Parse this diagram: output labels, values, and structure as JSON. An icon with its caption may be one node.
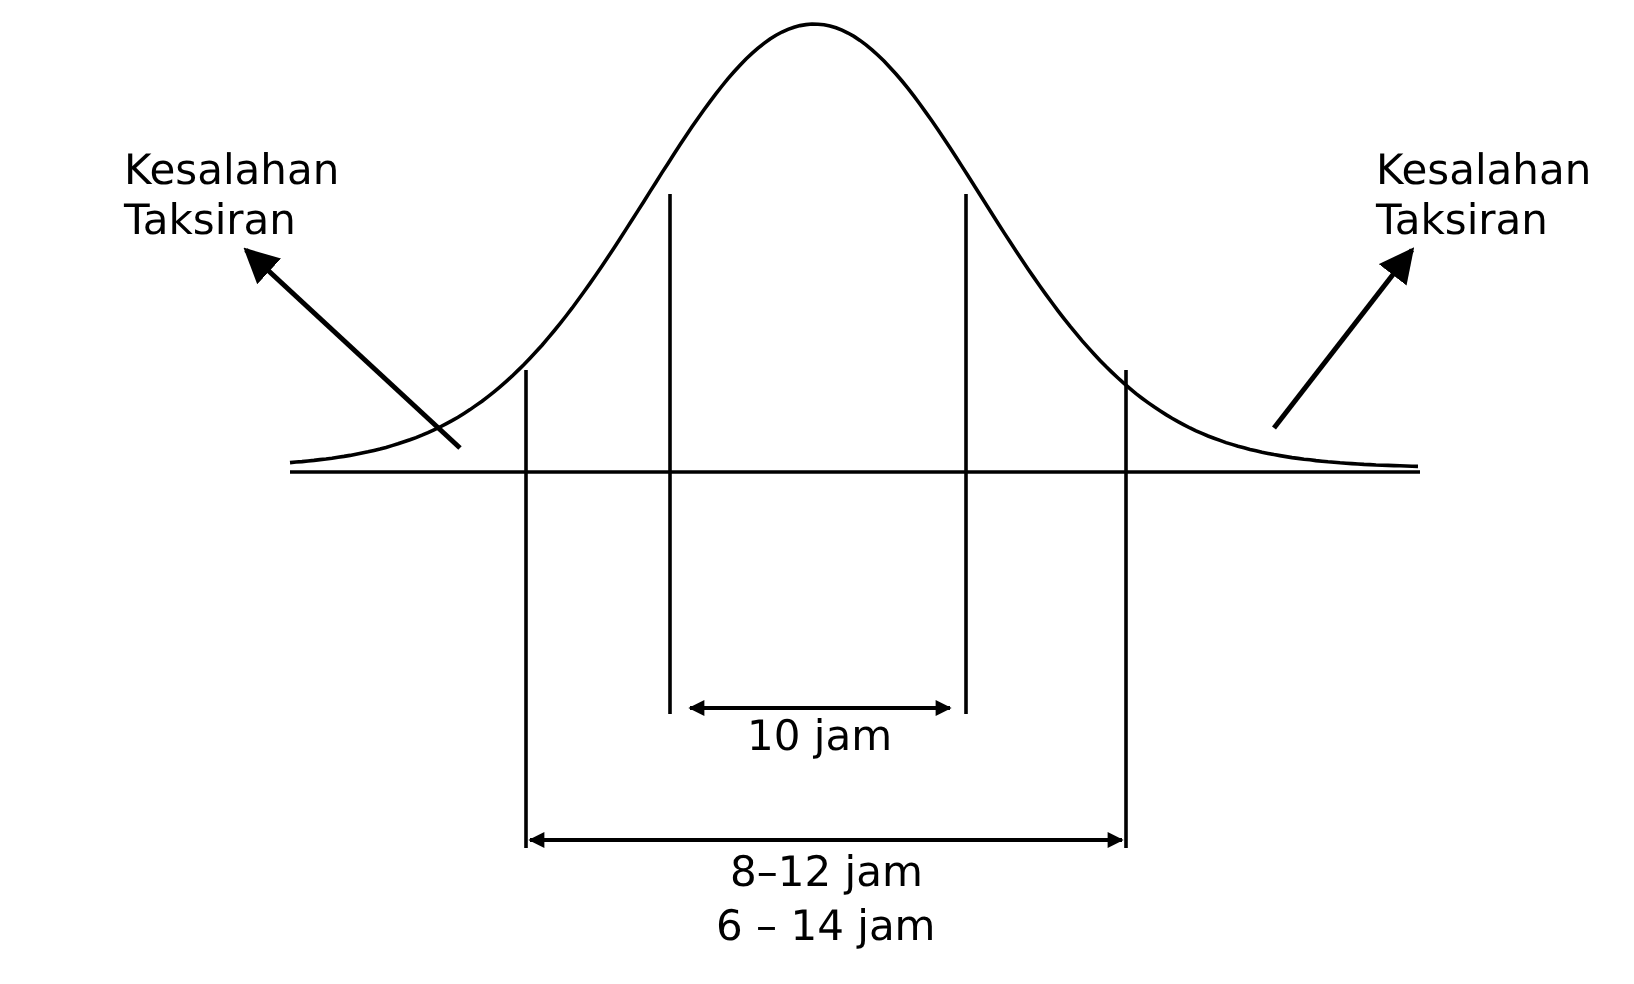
{
  "diagram": {
    "nodes": [
      {
        "text": [
          "Kesalahan Taksiran"
        ]
      },
      {
        "text": [
          "Kesalahan Taksiran"
        ]
      }
    ],
    "edges": [
      {
        "from": null,
        "to": 0,
        "arrow": "to"
      },
      {
        "from": null,
        "to": 1,
        "arrow": "to"
      }
    ],
    "labels": [
      "10 jam",
      "8–12 jam",
      "6 – 14 jam"
    ]
  }
}
